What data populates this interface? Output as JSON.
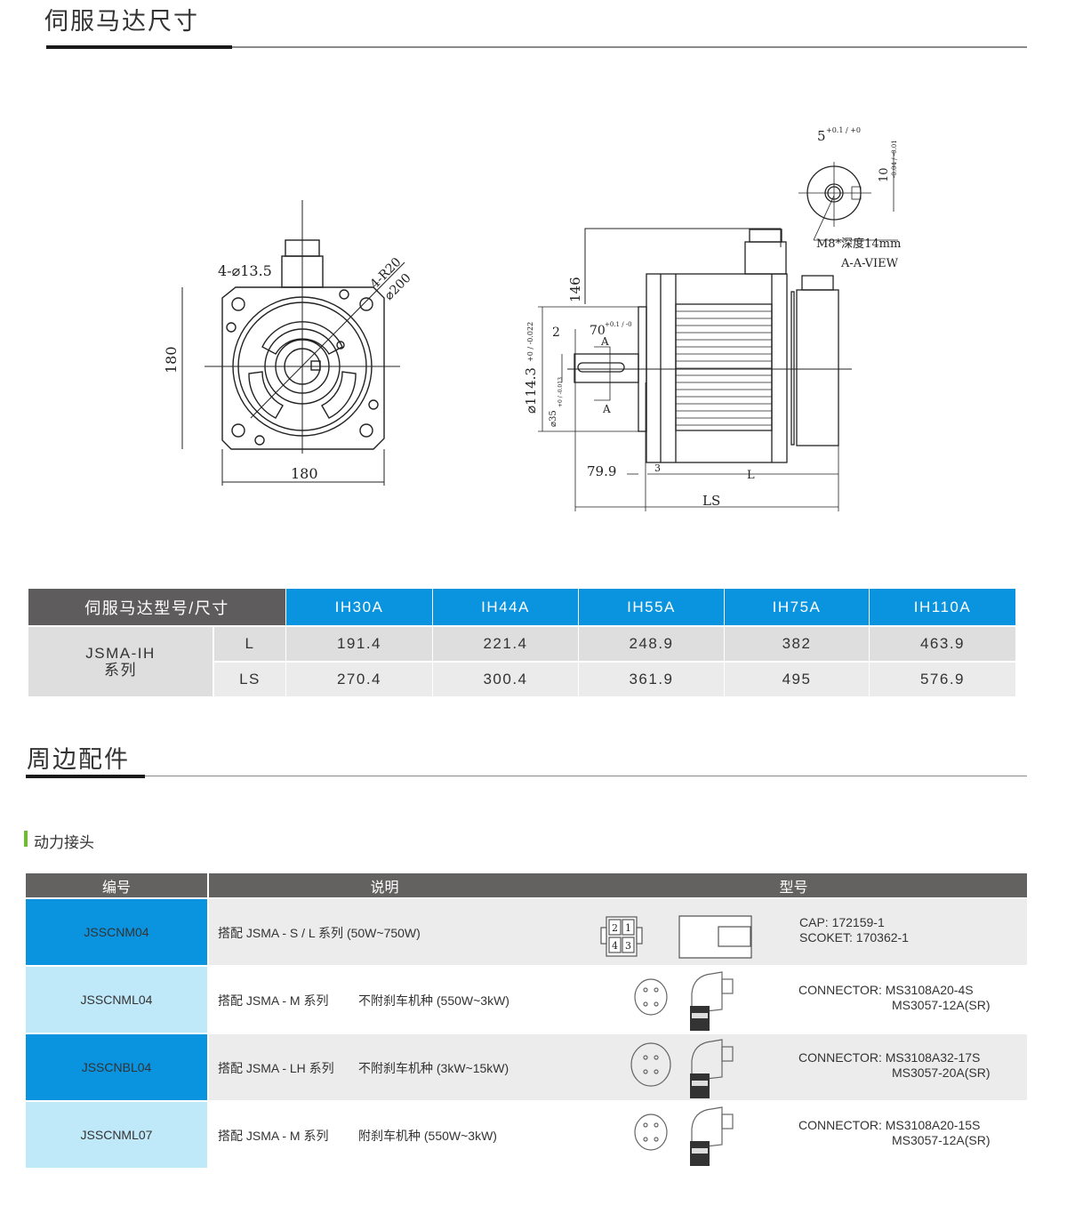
{
  "section1": {
    "title": "伺服马达尺寸"
  },
  "drawing": {
    "front": {
      "holes": "4-⌀13.5",
      "height": "180",
      "width": "180",
      "radius": "4-R20",
      "pcd": "⌀200"
    },
    "side": {
      "d146": "146",
      "d2": "2",
      "key": "70",
      "key_tol": "+0.1 / -0",
      "flange": "⌀114.3",
      "flange_tol": "+0 / -0.022",
      "shaft": "⌀35",
      "shaft_tol": "+0 / -0.013",
      "d799": "79.9",
      "d3": "3",
      "L": "L",
      "LS": "LS",
      "sect_a": "A"
    },
    "view": {
      "w5": "5",
      "w5_tol": "+0.1 / +0",
      "h10": "10",
      "h10_tol": "-0.04 / -0.01",
      "thread": "M8*深度14mm",
      "name": "A-A-VIEW"
    }
  },
  "dim_table": {
    "header": "伺服马达型号/尺寸",
    "models": [
      "IH30A",
      "IH44A",
      "IH55A",
      "IH75A",
      "IH110A"
    ],
    "series": "JSMA-IH 系列",
    "rows": [
      {
        "label": "L",
        "values": [
          "191.4",
          "221.4",
          "248.9",
          "382",
          "463.9"
        ]
      },
      {
        "label": "LS",
        "values": [
          "270.4",
          "300.4",
          "361.9",
          "495",
          "576.9"
        ]
      }
    ]
  },
  "section2": {
    "title": "周边配件",
    "subtitle": "动力接头"
  },
  "acc_table": {
    "headers": [
      "编号",
      "说明",
      "型号"
    ],
    "rows": [
      {
        "code": "JSSCNM04",
        "desc": "搭配 JSMA - S / L 系列 (50W~750W)",
        "desc2": "",
        "model1": "CAP: 172159-1",
        "model2": "SCOKET: 170362-1"
      },
      {
        "code": "JSSCNML04",
        "desc": "搭配 JSMA - M 系列",
        "desc2": "不附刹车机种  (550W~3kW)",
        "model1": "CONNECTOR: MS3108A20-4S",
        "model2": "MS3057-12A(SR)"
      },
      {
        "code": "JSSCNBL04",
        "desc": "搭配 JSMA - LH 系列",
        "desc2": "不附刹车机种  (3kW~15kW)",
        "model1": "CONNECTOR: MS3108A32-17S",
        "model2": "MS3057-20A(SR)"
      },
      {
        "code": "JSSCNML07",
        "desc": "搭配 JSMA - M 系列",
        "desc2": "附刹车机种  (550W~3kW)",
        "model1": "CONNECTOR: MS3108A20-15S",
        "model2": "MS3057-12A(SR)"
      }
    ]
  },
  "colors": {
    "blue": "#0a93de",
    "light_blue": "#bfe8f8",
    "header_grey": "#5f5c5d",
    "accent_green": "#6cbf2a"
  }
}
